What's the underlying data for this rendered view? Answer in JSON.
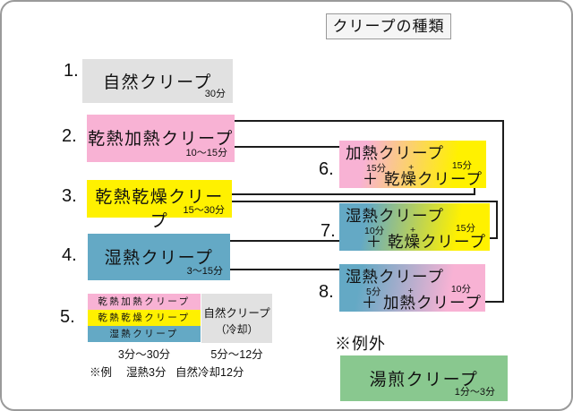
{
  "title": "クリープの種類",
  "items": [
    {
      "num": "1.",
      "label": "自然クリープ",
      "duration": "30分"
    },
    {
      "num": "2.",
      "label": "乾熱加熱クリープ",
      "duration": "10～15分"
    },
    {
      "num": "3.",
      "label": "乾熱乾燥クリープ",
      "duration": "15～30分"
    },
    {
      "num": "4.",
      "label": "湿熱クリープ",
      "duration": "3～15分"
    }
  ],
  "item5": {
    "num": "5.",
    "rows": [
      {
        "label": "乾熱加熱クリープ"
      },
      {
        "label": "乾熱乾燥クリープ"
      },
      {
        "label": "湿熱クリープ"
      }
    ],
    "side_label": "自然クリープ",
    "side_sublabel": "（冷却）",
    "rows_duration": "3分～30分",
    "side_duration": "5分～12分",
    "note_prefix": "※例",
    "note_1": "湿熱3分",
    "note_2": "自然冷却12分"
  },
  "combos": [
    {
      "num": "6.",
      "line1": "加熱クリープ",
      "t1": "15分",
      "plus": "+",
      "t2": "15分",
      "line2": "＋ 乾燥クリープ"
    },
    {
      "num": "7.",
      "line1": "湿熱クリープ",
      "t1": "10分",
      "plus": "+",
      "t2": "15分",
      "line2": "＋ 乾燥クリープ"
    },
    {
      "num": "8.",
      "line1": "湿熱クリープ",
      "t1": "5分",
      "plus": "+",
      "t2": "10分",
      "line2": "＋ 加熱クリープ"
    }
  ],
  "exception": {
    "label": "※例外",
    "box_label": "湯煎クリープ",
    "duration": "1分～3分"
  },
  "colors": {
    "pink": "#f8b2d4",
    "yellow": "#fff100",
    "blue": "#64a9c5",
    "gray": "#e1e1e1",
    "green": "#89c88f",
    "line": "#1c1c1c"
  }
}
